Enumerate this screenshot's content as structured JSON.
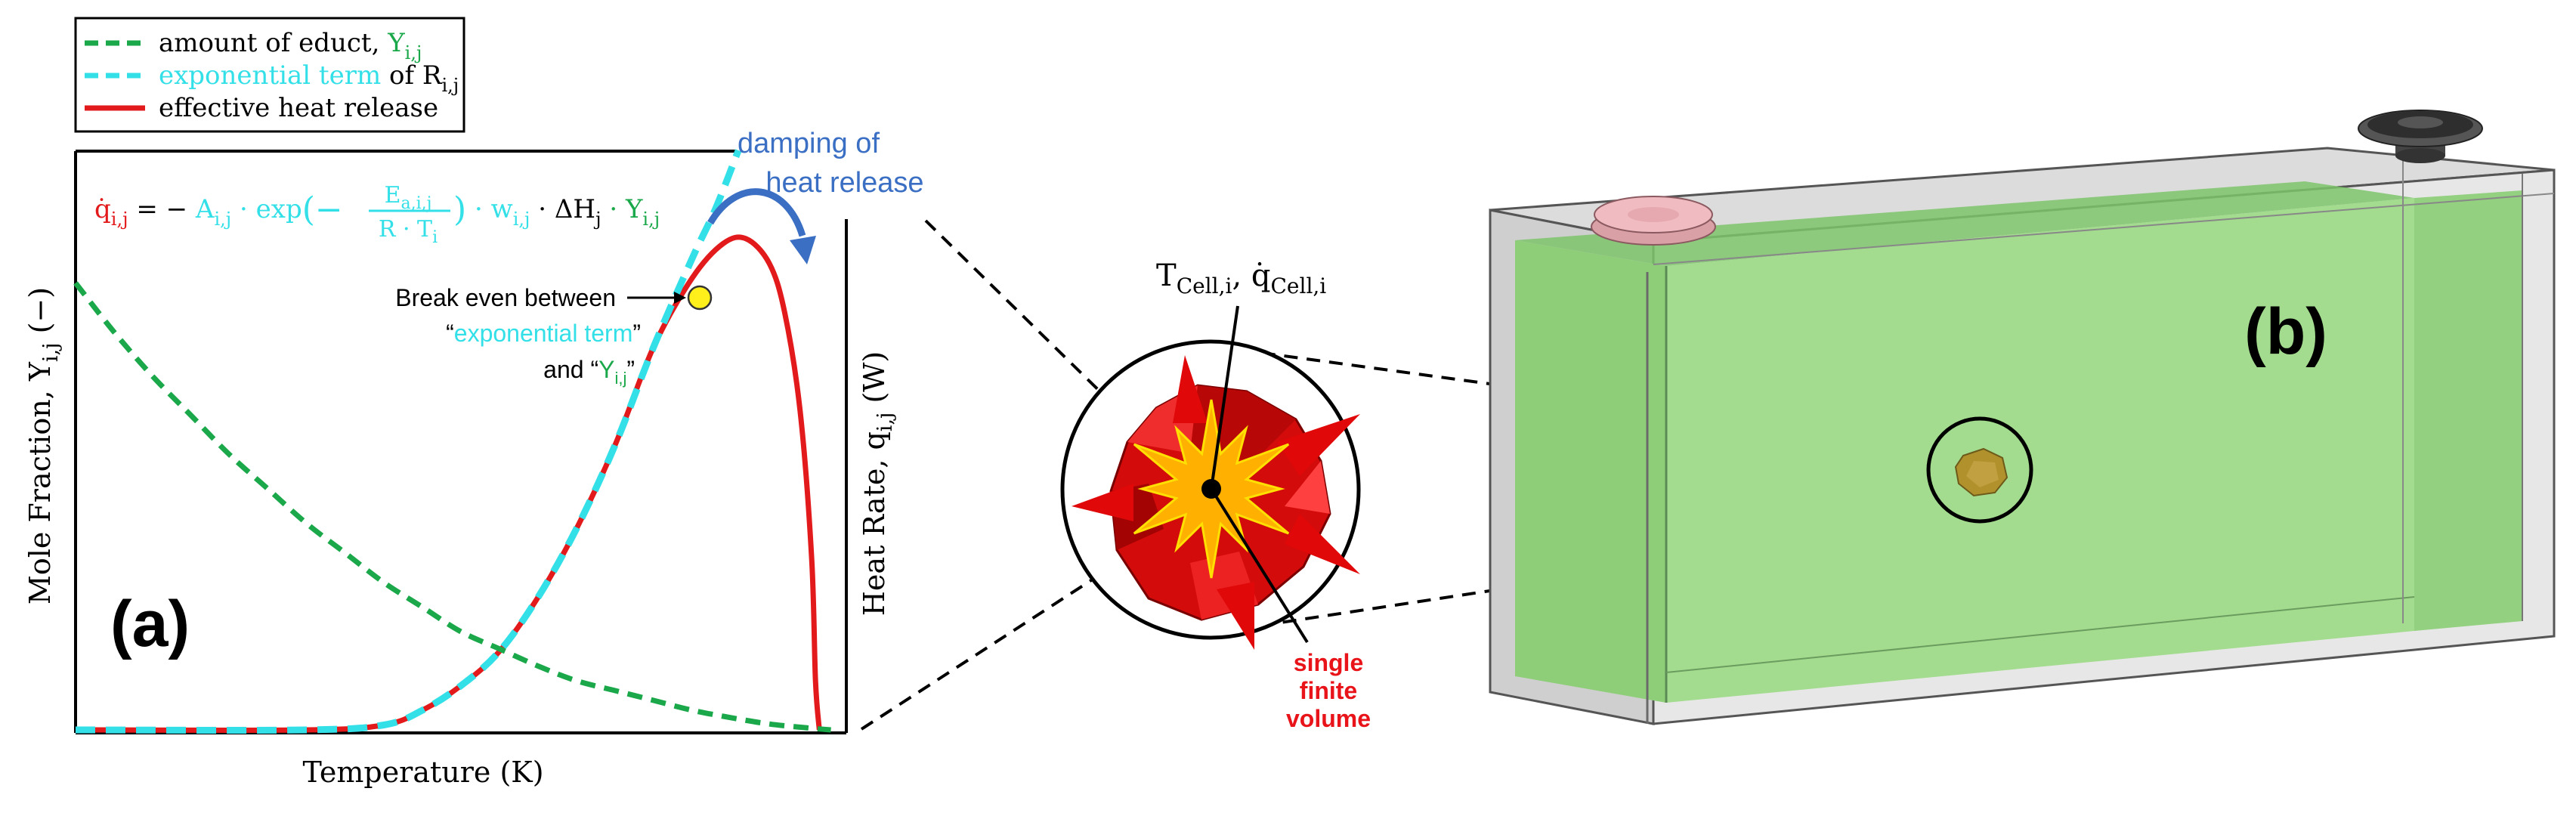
{
  "legend": {
    "items": [
      {
        "label": "amount of educt, ",
        "sym_main": "Y",
        "sym_sub": "i,j",
        "color": "#1aa84a",
        "dash": "dashed"
      },
      {
        "label_hl": "exponential term",
        "label_rest": " of ",
        "sym_main": "R",
        "sym_sub": "i,j",
        "color": "#33e0e8",
        "dash": "dashed"
      },
      {
        "label": "effective heat release",
        "color": "#e31a1c",
        "dash": "solid"
      }
    ]
  },
  "panel_a": {
    "label": "(a)",
    "x_axis_label": "Temperature (K)",
    "y_axis_left_main": "Mole Fraction, Y",
    "y_axis_left_sub": "i,j",
    "y_axis_left_unit": " (−)",
    "y_axis_right_main": "Heat Rate, q",
    "y_axis_right_sub": "i,j",
    "y_axis_right_unit": " (W)",
    "equation": {
      "lhs": "q̇",
      "lhs_sub": "i,j",
      "eq": " = − ",
      "A": "A",
      "A_sub": "i,j",
      "dot1": " · exp",
      "paren_l": "(−",
      "frac_num": "E",
      "frac_num_sub": "a,i,j",
      "frac_den": "R · T",
      "frac_den_sub": "i",
      "paren_r": ")",
      "dot2": " · w",
      "w_sub": "i,j",
      "dot3": " · ΔH",
      "H_sub": "j",
      "dot4": " · Y",
      "Y_sub": "i,j"
    },
    "annotation_damping_line1": "damping of",
    "annotation_damping_line2": "heat release",
    "break_even_line1": "Break even between",
    "break_even_line2_hl": "exponential term",
    "break_even_line3_pre": "and “",
    "break_even_line3_hl": "Y",
    "break_even_line3_sub": "i,j",
    "break_even_line3_post": "”",
    "quote_open": "“",
    "quote_close": "”"
  },
  "zoom": {
    "temp_label_main": "T",
    "temp_label_sub": "Cell,i",
    "sep": ", ",
    "q_label_main": "q̇",
    "q_label_sub": "Cell,i",
    "volume_line1": "single",
    "volume_line2": "finite",
    "volume_line3": "volume"
  },
  "panel_b": {
    "label": "(b)"
  },
  "colors": {
    "educt_green": "#1aa84a",
    "exp_cyan": "#33e0e8",
    "heat_red": "#e31a1c",
    "arrow_blue": "#3a6fc4",
    "battery_green": "#9fd988",
    "explosion_red": "#d40b0b",
    "explosion_yellow": "#ffb000",
    "volume_label_red": "#e8141a"
  },
  "chart_data": {
    "type": "line",
    "xlabel": "Temperature (K)",
    "ylabel": "Mole Fraction, Y_i,j (−)",
    "ylabel_right": "Heat Rate, q_i,j (W)",
    "series": [
      {
        "name": "amount of educt, Y_i,j",
        "style": "dashed",
        "x": [
          0,
          0.05,
          0.1,
          0.15,
          0.2,
          0.25,
          0.3,
          0.35,
          0.4,
          0.45,
          0.5,
          0.55,
          0.6,
          0.65,
          0.7,
          0.75,
          0.8,
          0.85,
          0.9,
          0.95,
          0.98
        ],
        "y": [
          0.91,
          0.81,
          0.72,
          0.64,
          0.56,
          0.49,
          0.42,
          0.36,
          0.3,
          0.25,
          0.2,
          0.165,
          0.13,
          0.1,
          0.08,
          0.06,
          0.04,
          0.025,
          0.012,
          0.004,
          0.0
        ]
      },
      {
        "name": "exponential term of R_i,j",
        "style": "dashed",
        "x": [
          0,
          0.3,
          0.4,
          0.45,
          0.5,
          0.55,
          0.6,
          0.65,
          0.7,
          0.75,
          0.8,
          0.83,
          0.86
        ],
        "y": [
          0.0,
          0.0,
          0.01,
          0.04,
          0.09,
          0.16,
          0.27,
          0.41,
          0.58,
          0.78,
          0.96,
          1.06,
          1.18
        ]
      },
      {
        "name": "effective heat release",
        "style": "solid",
        "x": [
          0,
          0.3,
          0.4,
          0.45,
          0.5,
          0.55,
          0.6,
          0.65,
          0.7,
          0.75,
          0.8,
          0.84,
          0.87,
          0.9,
          0.92,
          0.94,
          0.955,
          0.96,
          0.965
        ],
        "y": [
          0.0,
          0.0,
          0.01,
          0.04,
          0.09,
          0.16,
          0.27,
          0.41,
          0.58,
          0.78,
          0.92,
          0.99,
          1.0,
          0.95,
          0.85,
          0.65,
          0.35,
          0.1,
          0.0
        ]
      }
    ]
  }
}
